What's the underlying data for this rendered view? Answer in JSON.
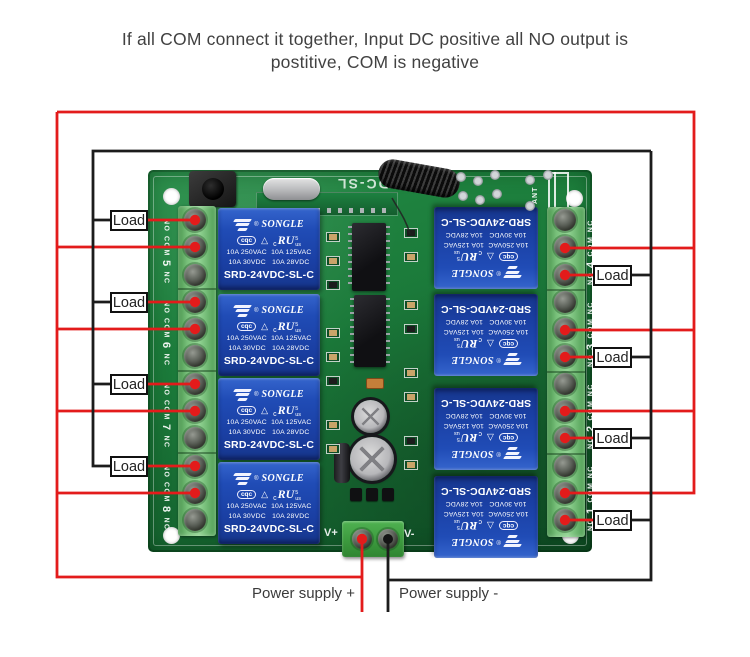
{
  "title": {
    "line1": "If all COM connect it together, Input DC positive all NO output is",
    "line2": "postitive, COM is negative"
  },
  "labels": {
    "load": "Load",
    "power_plus": "Power supply +",
    "power_minus": "Power supply -"
  },
  "board": {
    "silkscreen_top": "DC-SL",
    "ant_label": "ANT",
    "v_plus": "V+",
    "v_minus": "V-",
    "pin_no": "NO",
    "pin_com": "COM",
    "pin_nc": "NC",
    "left_channels": [
      "5",
      "6",
      "7",
      "8"
    ],
    "right_channels": [
      "4",
      "3",
      "2",
      "1"
    ]
  },
  "relay": {
    "brand": "SONGLE",
    "reg": "®",
    "cert_cqc": "cqc",
    "cert_triangle": "△",
    "cert_ul_c": "c",
    "cert_ul": "RU",
    "cert_ul_sub1": "5",
    "cert_ul_sub2": "us",
    "ratings1": "10A 250VAC  10A 125VAC",
    "ratings2": "10A 30VDC   10A 28VDC",
    "model": "SRD-24VDC-SL-C"
  },
  "colors": {
    "wire_positive": "#e31b1b",
    "wire_negative": "#1c1c1c",
    "pcb_green": "#1b7a3a",
    "terminal_green": "#7cc57e",
    "relay_blue": "#1e4ab2",
    "load_text": "#222222",
    "title_text": "#414141"
  }
}
